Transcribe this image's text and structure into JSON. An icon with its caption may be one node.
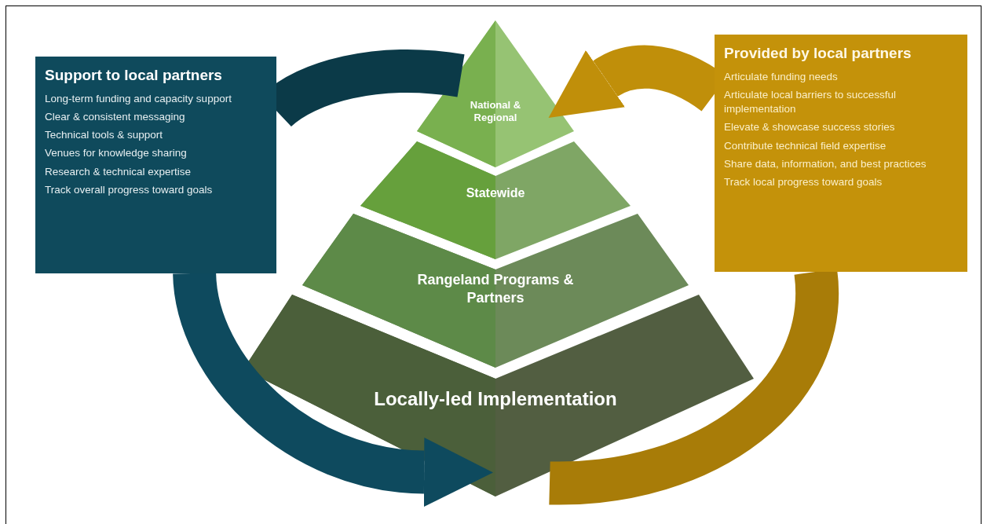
{
  "diagram": {
    "nodes": [
      {
        "text": [
          "Support to local partners",
          "Long-term funding and capacity support",
          "Clear & consistent messaging",
          "Technical tools & support",
          "Venues for knowledge sharing",
          "Research & technical expertise",
          "Track overall progress toward goals"
        ]
      },
      {
        "text": [
          "National & Regional"
        ]
      },
      {
        "text": [
          "Statewide"
        ]
      },
      {
        "text": [
          "Rangeland Programs & Partners"
        ]
      },
      {
        "text": [
          "Locally-led Implementation"
        ]
      },
      {
        "text": [
          "Provided by local partners",
          "Articulate funding needs",
          "Articulate local barriers to successful implementation",
          "Elevate & showcase success stories",
          "Contribute technical field expertise",
          "Share data, information, and best practices",
          "Track local progress toward goals"
        ]
      }
    ],
    "edges": [
      {
        "from": 1,
        "to": 0,
        "arrow": "none",
        "color": "#0b3a48"
      },
      {
        "from": 0,
        "to": 4,
        "arrow": "to",
        "color": "#0e4a5e"
      },
      {
        "from": 4,
        "to": 5,
        "arrow": "none",
        "color": "#a87c08"
      },
      {
        "from": 5,
        "to": 1,
        "arrow": "to",
        "color": "#c08f0a"
      }
    ]
  }
}
